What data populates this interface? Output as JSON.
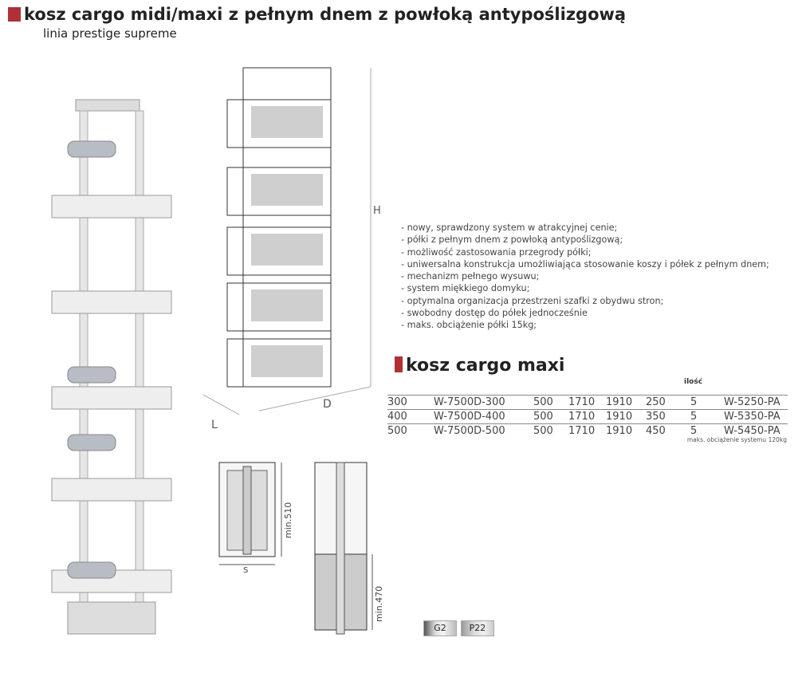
{
  "title": "kosz cargo midi/maxi z pełnym dnem z powłoką antypoślizgową",
  "subtitle": "linia prestige supreme",
  "features": [
    "nowy, sprawdzony system w atrakcyjnej cenie;",
    "półki z pełnym dnem z powłoką antypoślizgową;",
    "możliwość zastosowania przegrody półki;",
    "uniwersalna konstrukcja umożliwiająca stosowanie koszy i półek z pełnym dnem;",
    "mechanizm pełnego wysuwu;",
    "system miękkiego domyku;",
    "optymalna organizacja przestrzeni szafki z obydwu stron;",
    "swobodny dostęp do półek jednocześnie",
    "maks. obciążenie półki 15kg;"
  ],
  "section_title": "kosz cargo maxi",
  "qty_header": "ilość",
  "rows": [
    [
      "300",
      "W-7500D-300",
      "500",
      "1710",
      "1910",
      "250",
      "5",
      "W-5250-PA"
    ],
    [
      "400",
      "W-7500D-400",
      "500",
      "1710",
      "1910",
      "350",
      "5",
      "W-5350-PA"
    ],
    [
      "500",
      "W-7500D-500",
      "500",
      "1710",
      "1910",
      "450",
      "5",
      "W-5450-PA"
    ]
  ],
  "note": "maks. obciążenie systemu 120kg",
  "dims": {
    "h": "H",
    "d": "D",
    "l": "L",
    "s": "S",
    "min510": "min.510",
    "min470": "min.470"
  },
  "finishes": [
    "G2",
    "P22"
  ]
}
